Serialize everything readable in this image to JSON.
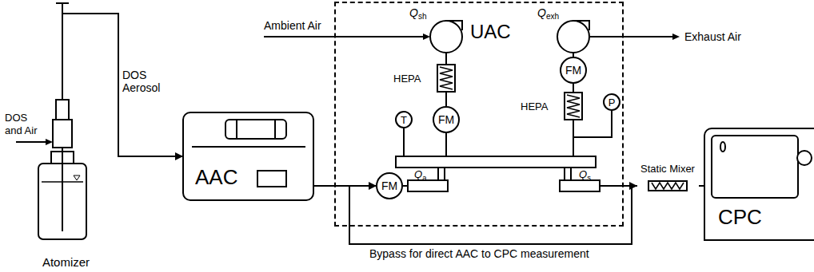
{
  "diagram": {
    "nodes": [
      {
        "text": [
          "Atomizer"
        ]
      },
      {
        "text": [
          "AAC"
        ]
      },
      {
        "text": [
          "UAC"
        ]
      },
      {
        "text": [
          "FM"
        ],
        "in": 2
      },
      {
        "text": [
          "HEPA"
        ],
        "in": 2
      },
      {
        "text": [
          "T"
        ],
        "in": 2
      },
      {
        "text": [
          "FM"
        ],
        "in": 2
      },
      {
        "text": [
          "HEPA"
        ],
        "in": 2
      },
      {
        "text": [
          "P"
        ],
        "in": 2
      },
      {
        "text": [
          "FM"
        ],
        "in": 2
      },
      {
        "text": [
          "Static Mixer"
        ]
      },
      {
        "text": [
          "CPC"
        ]
      }
    ],
    "edges": [
      {
        "from": 0,
        "to": 1,
        "label": "DOS Aerosol",
        "arrow": "to"
      },
      {
        "from": 1,
        "to": 6,
        "arrow": "to"
      },
      {
        "from": 4,
        "to": 3,
        "arrow": "none"
      },
      {
        "from": 7,
        "to": 9,
        "arrow": "none"
      },
      {
        "from": 1,
        "to": 10,
        "label": "Bypass for direct AAC to CPC measurement",
        "arrow": "to"
      },
      {
        "from": 10,
        "to": 11,
        "arrow": "none"
      }
    ],
    "labels": [
      "DOS and Air",
      "Ambient Air",
      "Qsh",
      "Qexh",
      "Exhaust Air",
      "Qa",
      "Qs"
    ]
  }
}
